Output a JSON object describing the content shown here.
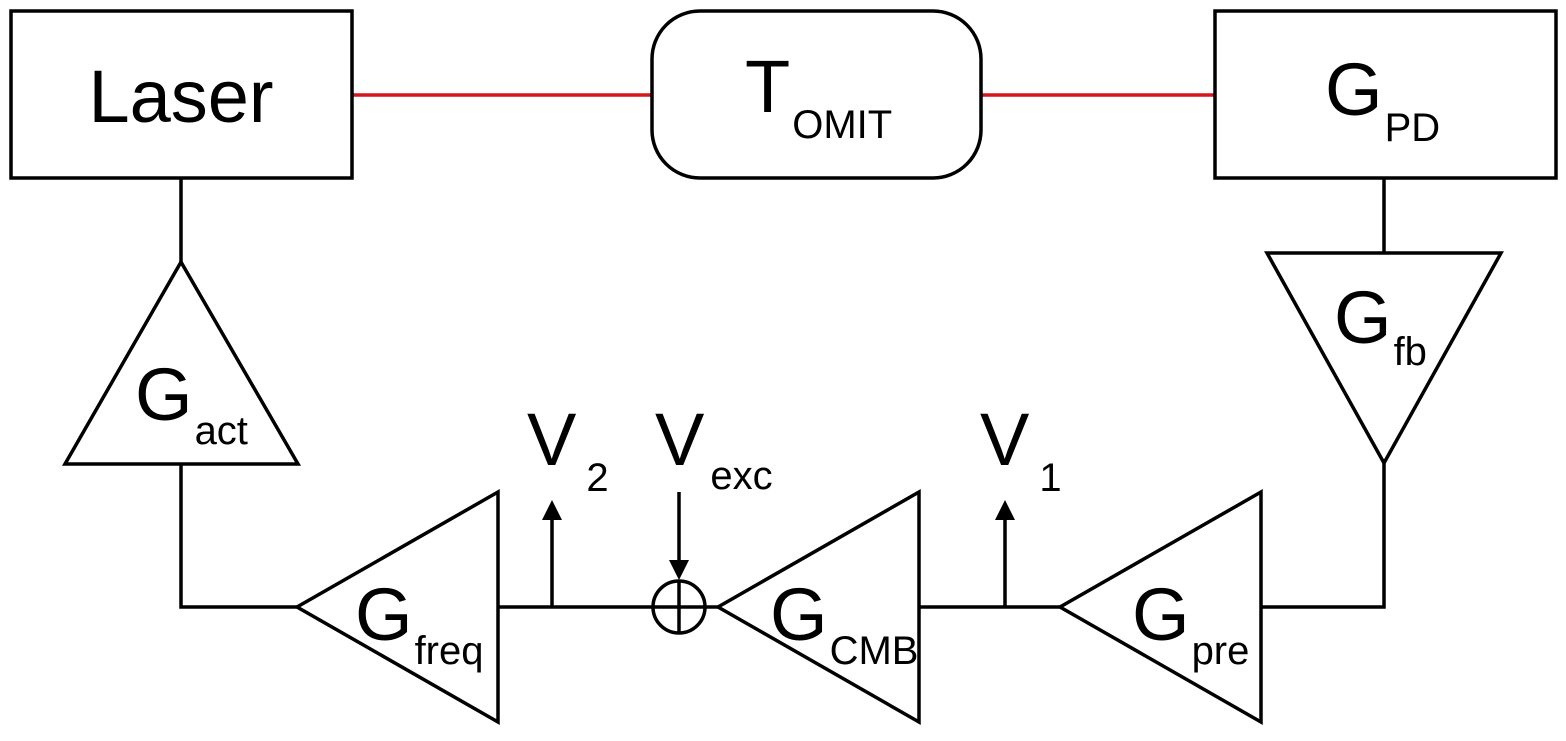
{
  "diagram": {
    "laser": {
      "label": "Laser"
    },
    "omit": {
      "main": "T",
      "sub": "OMIT"
    },
    "photodetector": {
      "main": "G",
      "sub": "PD"
    },
    "fb_amp": {
      "main": "G",
      "sub": "fb"
    },
    "act_amp": {
      "main": "G",
      "sub": "act"
    },
    "freq_amp": {
      "main": "G",
      "sub": "freq"
    },
    "cmb_amp": {
      "main": "G",
      "sub": "CMB"
    },
    "pre_amp": {
      "main": "G",
      "sub": "pre"
    },
    "v2": {
      "main": "V",
      "sub": "2"
    },
    "vexc": {
      "main": "V",
      "sub": "exc"
    },
    "v1": {
      "main": "V",
      "sub": "1"
    },
    "colors": {
      "optical_path": "#d4161d",
      "wire": "#000000"
    }
  }
}
